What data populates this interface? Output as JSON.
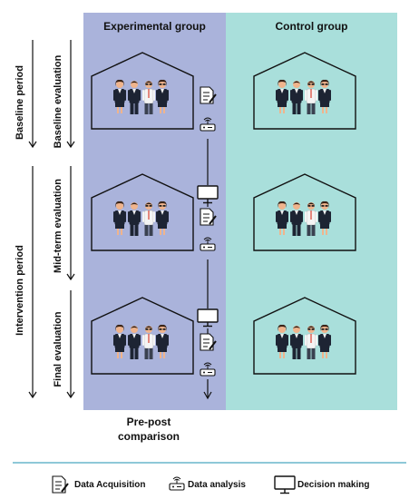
{
  "columns": {
    "experimental": "Experimental group",
    "control": "Control group"
  },
  "periods": {
    "baseline": "Baseline period",
    "intervention": "Intervention period"
  },
  "evaluations": {
    "baseline": "Baseline evaluation",
    "midterm": "Mid-term evaluation",
    "final": "Final evaluation"
  },
  "footer_label": "Pre-post comparison",
  "footer_lines": [
    "Pre-post",
    "comparison"
  ],
  "legend": [
    {
      "icon": "document-pen-icon",
      "label": "Data Acquisition"
    },
    {
      "icon": "router-icon",
      "label": "Data analysis"
    },
    {
      "icon": "monitor-icon",
      "label": "Decision making"
    }
  ],
  "colors": {
    "experimental_bg": "#aab3db",
    "control_bg": "#a9dfdb",
    "divider": "#8ec8d8",
    "line": "#111111"
  }
}
